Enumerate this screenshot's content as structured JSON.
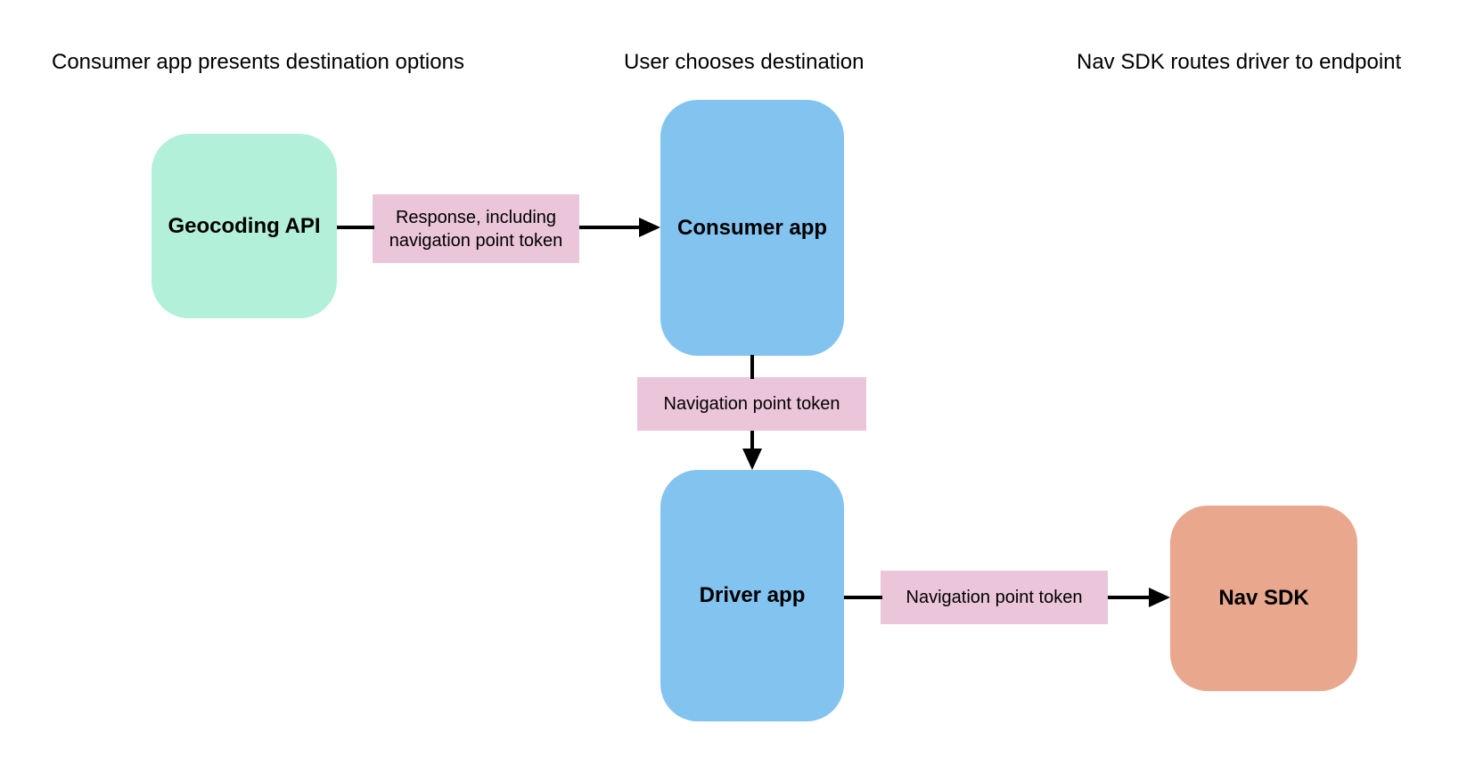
{
  "colors": {
    "background": "#ffffff",
    "text": "#000000",
    "connector": "#000000",
    "node_green": "#b2f0da",
    "node_blue": "#82c3f0",
    "node_orange": "#e9a88e",
    "edge_label_pink": "#ebc5da"
  },
  "headers": [
    {
      "text": "Consumer app presents destination options"
    },
    {
      "text": "User chooses destination"
    },
    {
      "text": "Nav SDK routes driver to endpoint"
    }
  ],
  "nodes": {
    "geocoding_api": {
      "label": "Geocoding API",
      "color": "#b2f0da"
    },
    "consumer_app": {
      "label": "Consumer app",
      "color": "#82c3f0"
    },
    "driver_app": {
      "label": "Driver app",
      "color": "#82c3f0"
    },
    "nav_sdk": {
      "label": "Nav SDK",
      "color": "#e9a88e"
    }
  },
  "edge_labels": {
    "response_token": {
      "text": "Response, including navigation point token",
      "color": "#ebc5da"
    },
    "nav_token_to_driver": {
      "text": "Navigation point token",
      "color": "#ebc5da"
    },
    "nav_token_to_sdk": {
      "text": "Navigation point token",
      "color": "#ebc5da"
    }
  }
}
